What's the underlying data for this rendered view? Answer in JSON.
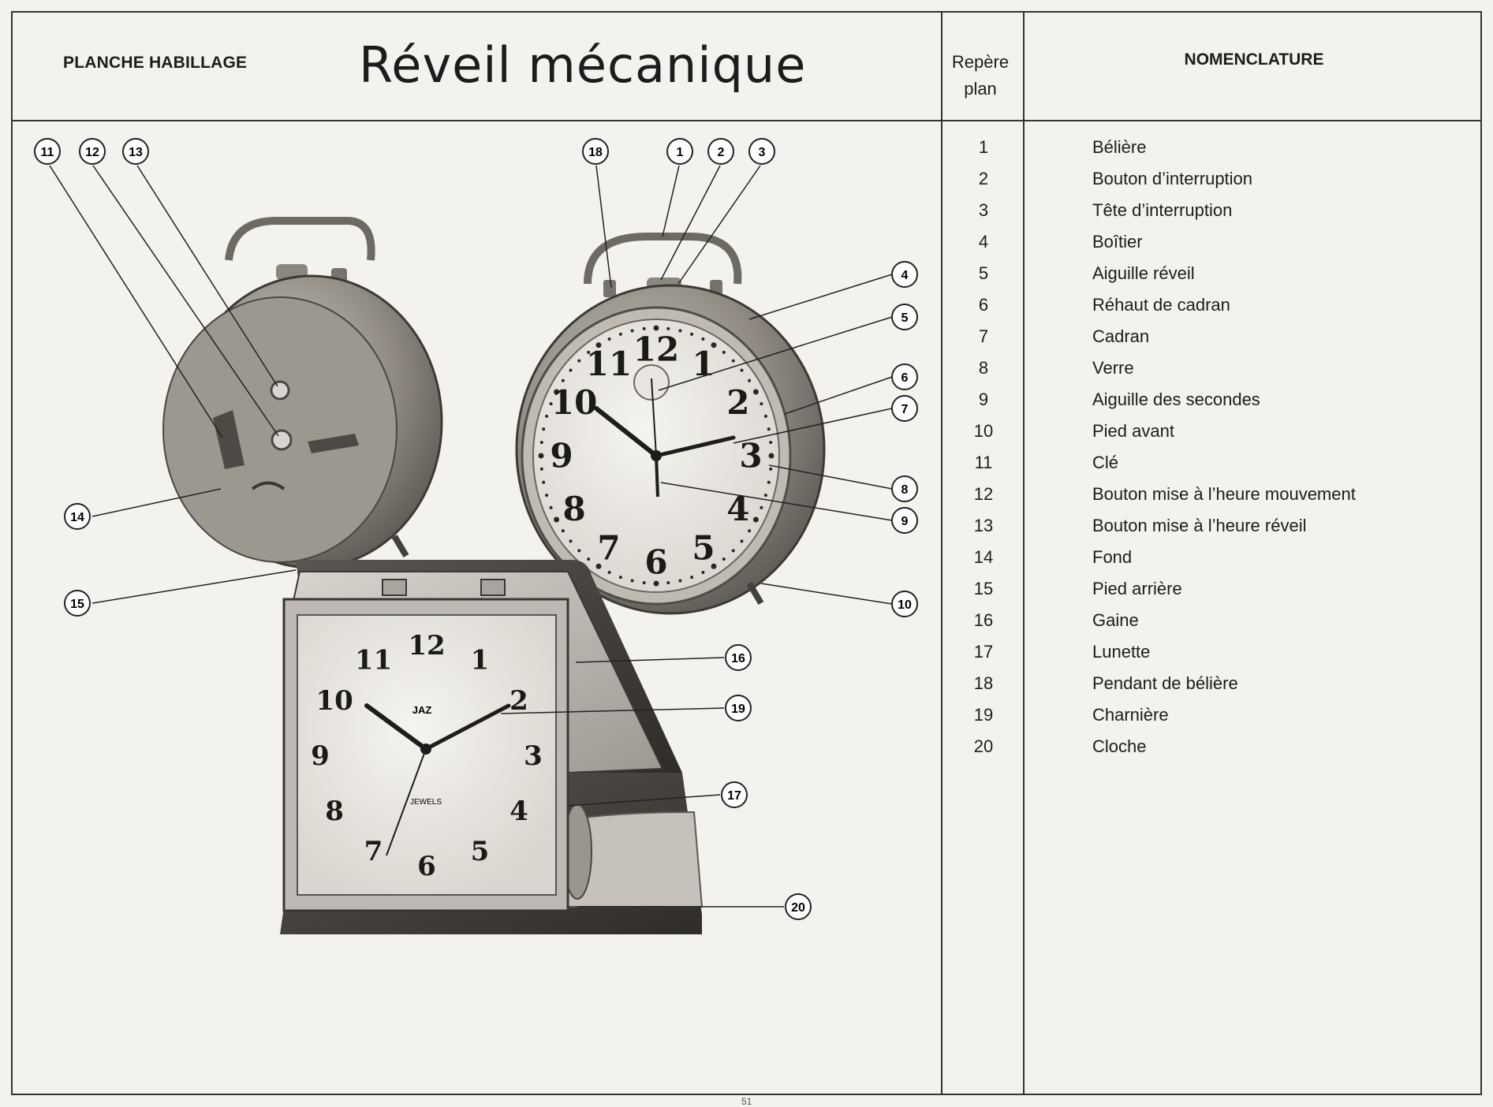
{
  "header": {
    "left_label": "PLANCHE HABILLAGE",
    "title": "Réveil mécanique",
    "col_repere": "Repère plan",
    "col_nomenclature": "NOMENCLATURE"
  },
  "nomenclature": [
    {
      "num": "1",
      "label": "Bélière"
    },
    {
      "num": "2",
      "label": "Bouton d’interruption"
    },
    {
      "num": "3",
      "label": "Tête d’interruption"
    },
    {
      "num": "4",
      "label": "Boîtier"
    },
    {
      "num": "5",
      "label": "Aiguille réveil"
    },
    {
      "num": "6",
      "label": "Réhaut de cadran"
    },
    {
      "num": "7",
      "label": "Cadran"
    },
    {
      "num": "8",
      "label": "Verre"
    },
    {
      "num": "9",
      "label": "Aiguille des secondes"
    },
    {
      "num": "10",
      "label": "Pied avant"
    },
    {
      "num": "11",
      "label": "Clé"
    },
    {
      "num": "12",
      "label": "Bouton mise à l’heure mouvement"
    },
    {
      "num": "13",
      "label": "Bouton mise à l’heure réveil"
    },
    {
      "num": "14",
      "label": "Fond"
    },
    {
      "num": "15",
      "label": "Pied arrière"
    },
    {
      "num": "16",
      "label": "Gaine"
    },
    {
      "num": "17",
      "label": "Lunette"
    },
    {
      "num": "18",
      "label": "Pendant de bélière"
    },
    {
      "num": "19",
      "label": "Charnière"
    },
    {
      "num": "20",
      "label": "Cloche"
    }
  ],
  "figure": {
    "front_dial_numerals": [
      "12",
      "1",
      "2",
      "3",
      "4",
      "5",
      "6",
      "7",
      "8",
      "9",
      "10",
      "11"
    ],
    "travel_dial_numerals": [
      "12",
      "1",
      "2",
      "3",
      "4",
      "5",
      "6",
      "7",
      "8",
      "9",
      "10",
      "11"
    ],
    "travel_brand": "JAZ",
    "travel_dial_text": "JEWELS",
    "callout_labels": [
      "1",
      "2",
      "3",
      "4",
      "5",
      "6",
      "7",
      "8",
      "9",
      "10",
      "11",
      "12",
      "13",
      "14",
      "15",
      "16",
      "17",
      "18",
      "19",
      "20"
    ]
  },
  "footer": {
    "page_number": "51"
  }
}
